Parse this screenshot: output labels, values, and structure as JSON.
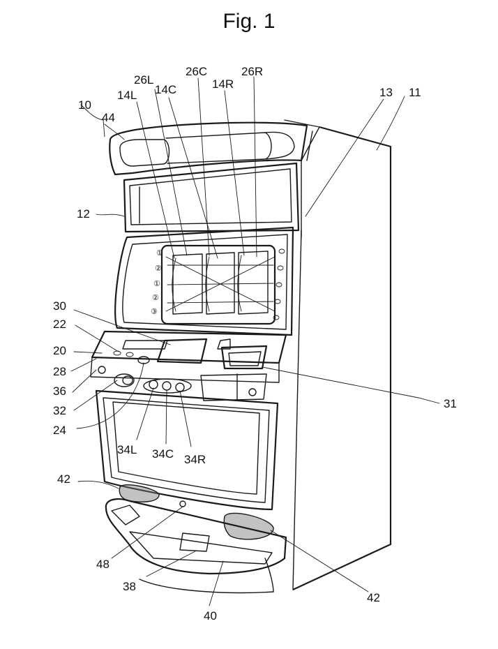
{
  "figure": {
    "title": "Fig. 1"
  },
  "labels": {
    "l10": "10",
    "l44": "44",
    "l14L": "14L",
    "l26L": "26L",
    "l14C": "14C",
    "l26C": "26C",
    "l14R": "14R",
    "l26R": "26R",
    "l13": "13",
    "l11": "11",
    "l12": "12",
    "l30": "30",
    "l22": "22",
    "l20": "20",
    "l28": "28",
    "l36": "36",
    "l32": "32",
    "l24": "24",
    "l31": "31",
    "l34L": "34L",
    "l34C": "34C",
    "l34R": "34R",
    "l42a": "42",
    "l42b": "42",
    "l48": "48",
    "l38": "38",
    "l40": "40"
  },
  "payline_marks": [
    "①",
    "②",
    "①",
    "②",
    "③"
  ]
}
